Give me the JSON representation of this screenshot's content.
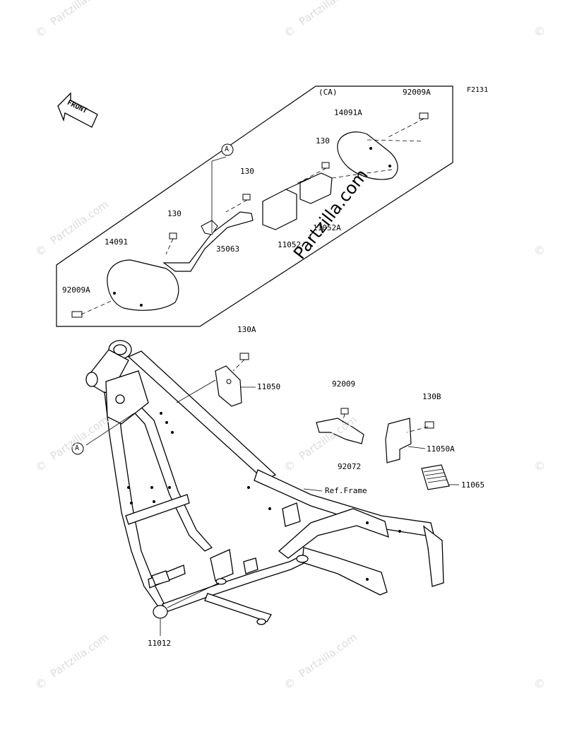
{
  "figure_code": "F2131",
  "front_label": "FRONT",
  "variant_label": "(CA)",
  "watermark": {
    "symbol": "©",
    "text": "Partzilla.com",
    "center_text": "Partzilla.com"
  },
  "callouts": {
    "ref_a": "A",
    "p92009A_top": "92009A",
    "p14091A": "14091A",
    "p130_right": "130",
    "p130_mid": "130",
    "p130_left": "130",
    "p14091": "14091",
    "p35063": "35063",
    "p11052": "11052",
    "p11052A": "11052A",
    "p92009A_left": "92009A",
    "p130A": "130A",
    "p11050": "11050",
    "p92009": "92009",
    "p130B": "130B",
    "p11050A": "11050A",
    "p92072": "92072",
    "p11065": "11065",
    "ref_frame": "Ref.Frame",
    "p11012": "11012"
  }
}
